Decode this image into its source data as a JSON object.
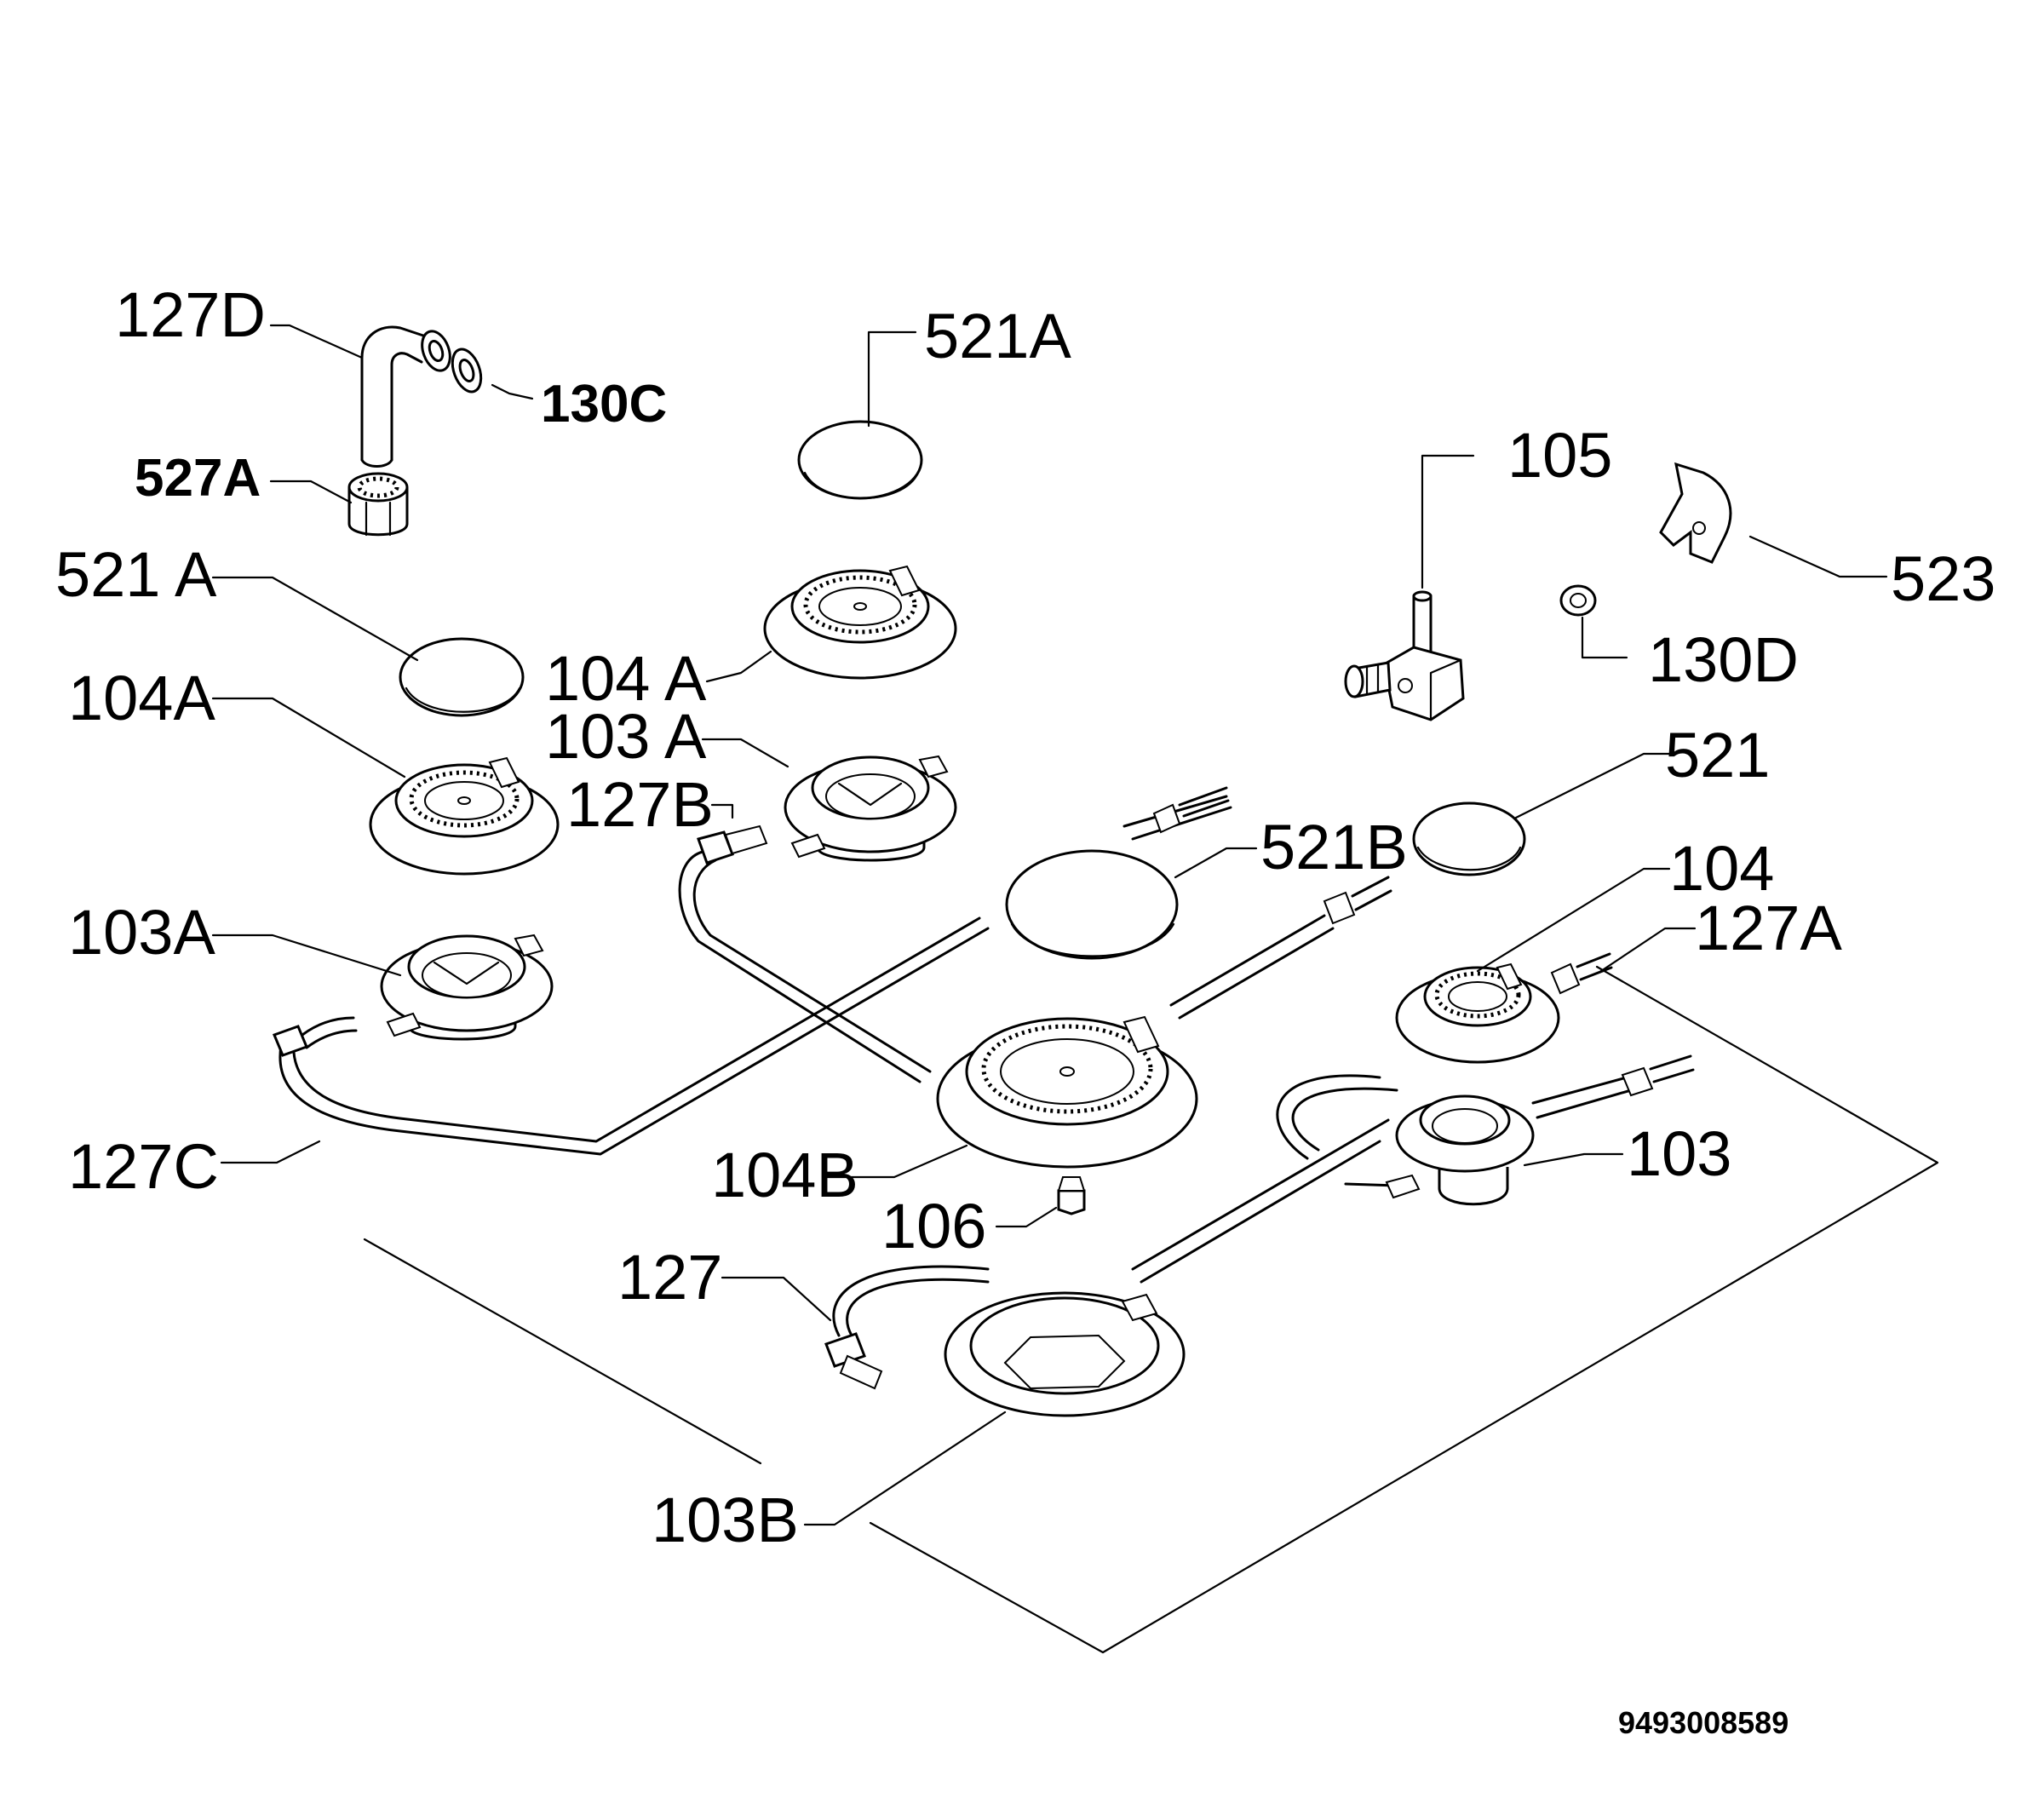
{
  "labels": {
    "l127D": "127D",
    "l130C": "130C",
    "l527A": "527A",
    "l521A_top": "521A",
    "l105": "105",
    "l523": "523",
    "l521A_left": "521 A",
    "l104A_left": "104A",
    "l104A_mid": "104 A",
    "l103A_mid": "103 A",
    "l127B": "127B",
    "l130D": "130D",
    "l521": "521",
    "l521B": "521B",
    "l104": "104",
    "l127A": "127A",
    "l103A_left": "103A",
    "l127C": "127C",
    "l104B": "104B",
    "l106": "106",
    "l103": "103",
    "l127": "127",
    "l103B": "103B"
  },
  "drawing_code": "9493008589"
}
